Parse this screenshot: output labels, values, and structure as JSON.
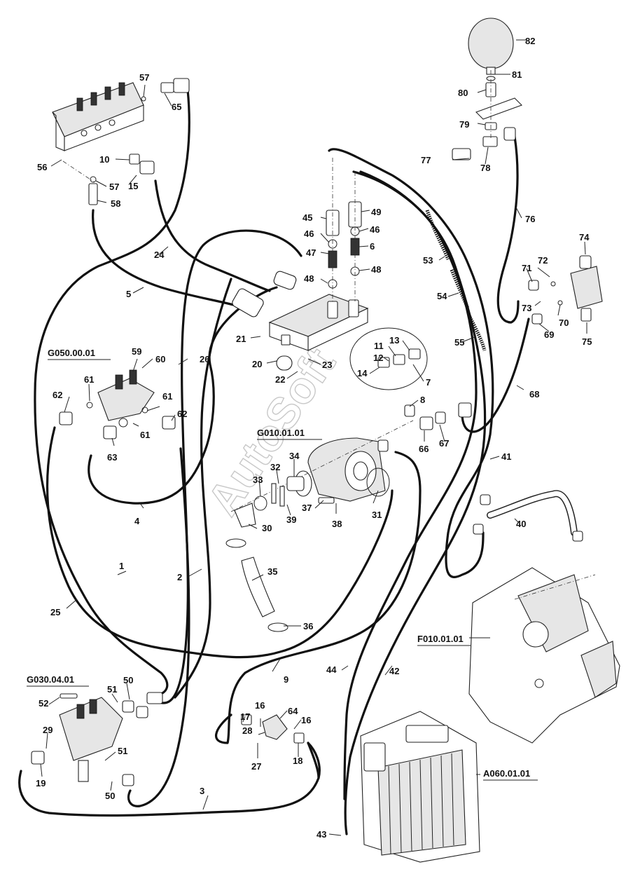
{
  "watermark": "AutoSoft",
  "group_labels": {
    "g050": "G050.00.01",
    "g010": "G010.01.01",
    "g030": "G030.04.01",
    "f010": "F010.01.01",
    "a060": "A060.01.01"
  },
  "callouts": {
    "p1": "1",
    "p2": "2",
    "p3": "3",
    "p4": "4",
    "p5": "5",
    "p6": "6",
    "p7": "7",
    "p8": "8",
    "p9": "9",
    "p10": "10",
    "p11": "11",
    "p12": "12",
    "p13": "13",
    "p14": "14",
    "p15": "15",
    "p16a": "16",
    "p16b": "16",
    "p17": "17",
    "p18": "18",
    "p19": "19",
    "p20": "20",
    "p21": "21",
    "p22": "22",
    "p23": "23",
    "p24": "24",
    "p25": "25",
    "p26": "26",
    "p27": "27",
    "p28": "28",
    "p29": "29",
    "p30": "30",
    "p31": "31",
    "p32": "32",
    "p33": "33",
    "p34": "34",
    "p35": "35",
    "p36": "36",
    "p37": "37",
    "p38": "38",
    "p39": "39",
    "p40": "40",
    "p41": "41",
    "p42": "42",
    "p43": "43",
    "p44": "44",
    "p45": "45",
    "p46a": "46",
    "p46b": "46",
    "p47": "47",
    "p48a": "48",
    "p48b": "48",
    "p49": "49",
    "p50a": "50",
    "p50b": "50",
    "p51a": "51",
    "p51b": "51",
    "p52": "52",
    "p53": "53",
    "p54": "54",
    "p55": "55",
    "p56": "56",
    "p57a": "57",
    "p57b": "57",
    "p58": "58",
    "p59": "59",
    "p60": "60",
    "p61a": "61",
    "p61b": "61",
    "p61c": "61",
    "p62a": "62",
    "p62b": "62",
    "p63": "63",
    "p64": "64",
    "p65": "65",
    "p66": "66",
    "p67": "67",
    "p68": "68",
    "p69": "69",
    "p70": "70",
    "p71": "71",
    "p72": "72",
    "p73": "73",
    "p74": "74",
    "p75": "75",
    "p76": "76",
    "p77": "77",
    "p78": "78",
    "p79": "79",
    "p80": "80",
    "p81": "81",
    "p82": "82"
  }
}
